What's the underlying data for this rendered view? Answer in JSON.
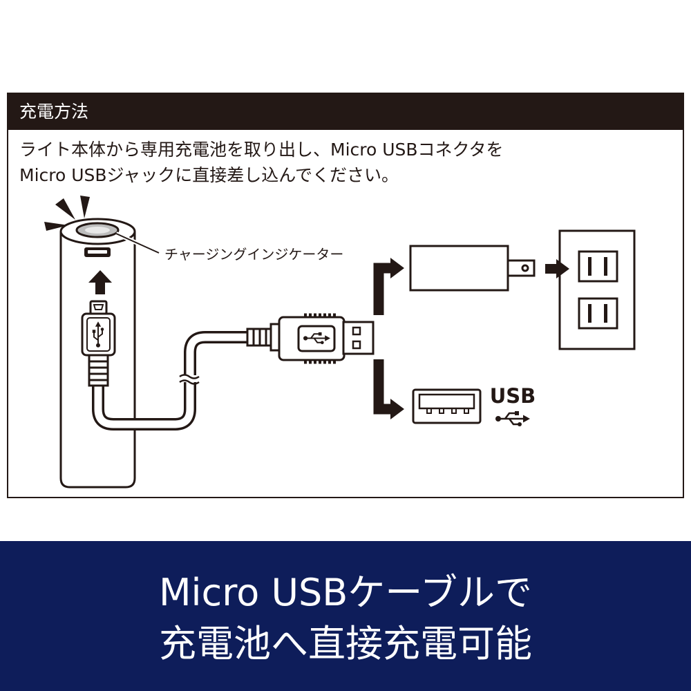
{
  "header": {
    "title": "充電方法"
  },
  "instructions": {
    "line1": "ライト本体から専用充電池を取り出し、Micro USBコネクタを",
    "line2": "Micro USBジャックに直接差し込んでください。"
  },
  "diagram": {
    "indicator_label": "チャージングインジケーター",
    "usb_label": "USB",
    "icons": [
      "battery-icon",
      "glow-icon",
      "micro-usb-port-icon",
      "up-arrow-icon",
      "micro-usb-plug-icon",
      "cable-break-icon",
      "usb-a-plug-icon",
      "usb-symbol-icon",
      "branch-arrow-icon",
      "ac-adapter-icon",
      "wall-outlet-icon",
      "usb-port-icon"
    ]
  },
  "banner": {
    "line1": "Micro USBケーブルで",
    "line2": "充電池へ直接充電可能"
  },
  "colors": {
    "ink": "#231815",
    "header_bg": "#231815",
    "banner_bg": "#0e1d5a",
    "banner_text": "#ffffff",
    "indicator_fill": "#bdbdbd"
  }
}
